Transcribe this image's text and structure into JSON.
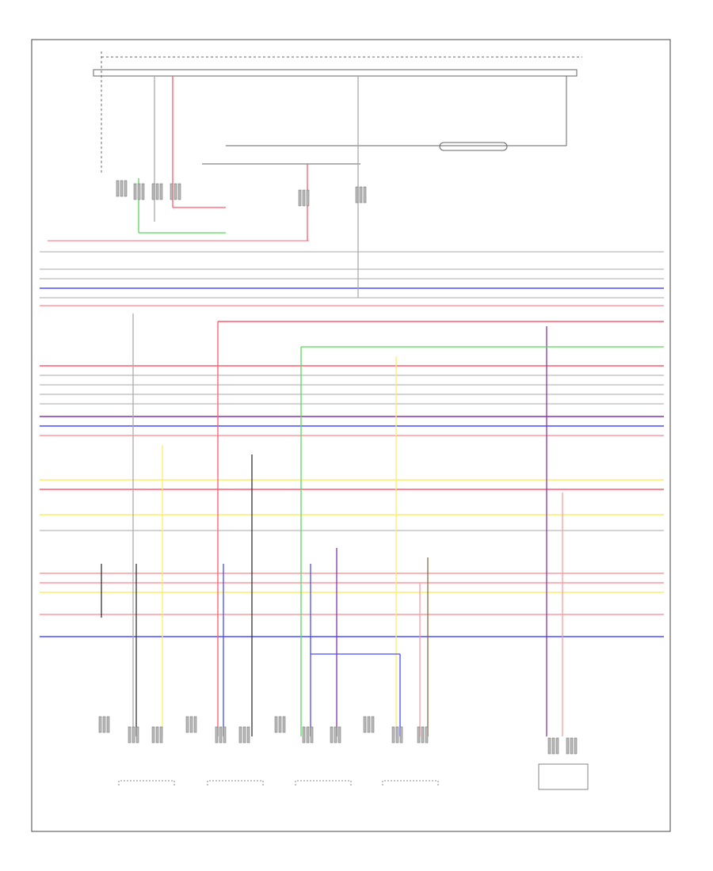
{
  "diagram": {
    "top_right_label": "",
    "footer": "",
    "colors": {
      "red": "#ff5a6e",
      "pink": "#ff9aa2",
      "blue": "#4a4aff",
      "green": "#55dd55",
      "yellow": "#ffee66",
      "purple": "#8833aa",
      "black": "#333333",
      "gray": "#aaaaaa",
      "brown": "#8a6a3a"
    },
    "buses": [
      {
        "color": "pink",
        "label_left": "",
        "label_right": ""
      },
      {
        "color": "gray",
        "label_left": "",
        "label_right": ""
      },
      {
        "color": "gray",
        "label_left": "",
        "label_right": ""
      },
      {
        "color": "gray",
        "label_left": "",
        "label_right": ""
      },
      {
        "color": "blue",
        "label_left": "",
        "label_right": ""
      },
      {
        "color": "gray",
        "label_left": "",
        "label_right": ""
      },
      {
        "color": "pink",
        "label_left": "",
        "label_right": ""
      },
      {
        "color": "red",
        "label_left": "",
        "label_right": ""
      },
      {
        "color": "gray",
        "label_left": "",
        "label_right": ""
      },
      {
        "color": "gray",
        "label_left": "",
        "label_right": ""
      },
      {
        "color": "gray",
        "label_left": "",
        "label_right": ""
      },
      {
        "color": "gray",
        "label_left": "",
        "label_right": ""
      },
      {
        "color": "purple",
        "label_left": "",
        "label_right": ""
      },
      {
        "color": "blue",
        "label_left": "",
        "label_right": ""
      },
      {
        "color": "pink",
        "label_left": "",
        "label_right": ""
      },
      {
        "color": "yellow",
        "label_left": "",
        "label_right": ""
      },
      {
        "color": "red",
        "label_left": "",
        "label_right": ""
      },
      {
        "color": "yellow",
        "label_left": "",
        "label_right": ""
      },
      {
        "color": "gray",
        "label_left": "",
        "label_right": ""
      },
      {
        "color": "pink",
        "label_left": "",
        "label_right": ""
      },
      {
        "color": "pink",
        "label_left": "",
        "label_right": ""
      },
      {
        "color": "yellow",
        "label_left": "",
        "label_right": ""
      },
      {
        "color": "pink",
        "label_left": "",
        "label_right": ""
      },
      {
        "color": "blue",
        "label_left": "",
        "label_right": ""
      }
    ],
    "components": [
      {
        "name": "wheel-speed-sensor-1",
        "label": ""
      },
      {
        "name": "wheel-speed-sensor-2",
        "label": ""
      },
      {
        "name": "wheel-speed-sensor-3",
        "label": ""
      },
      {
        "name": "wheel-speed-sensor-4",
        "label": ""
      },
      {
        "name": "control-module",
        "label": ""
      }
    ]
  }
}
